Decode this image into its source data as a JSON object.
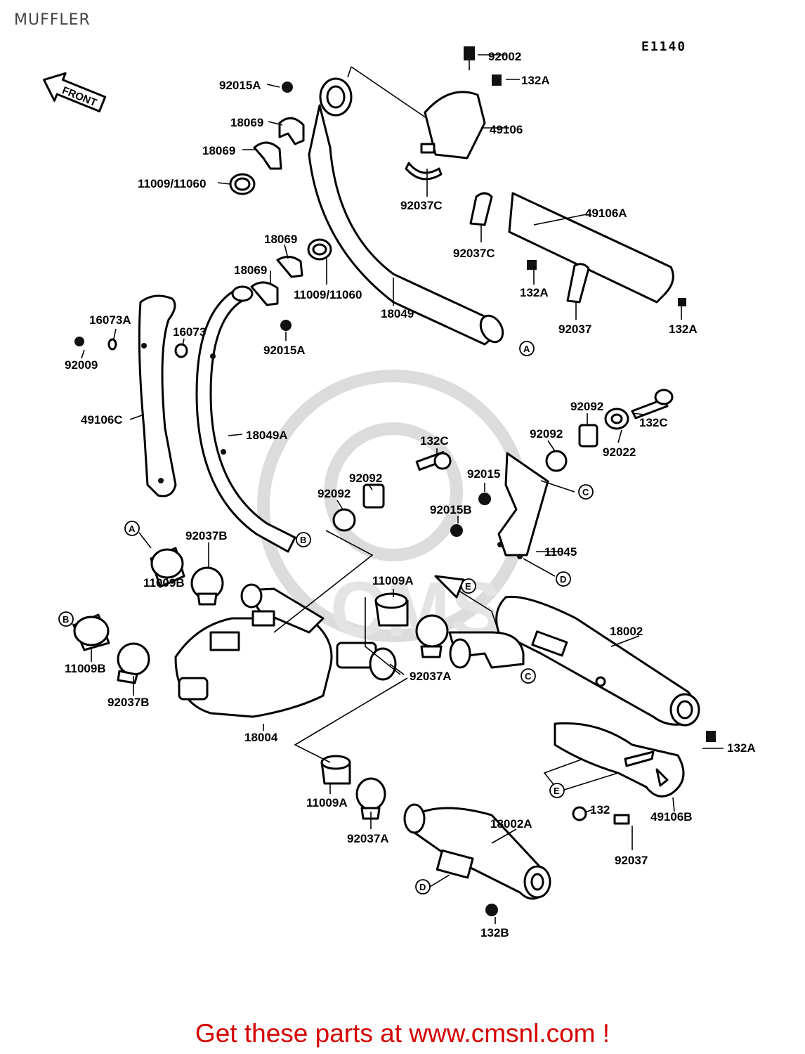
{
  "header": {
    "title": "MUFFLER",
    "diagram_code": "E1140"
  },
  "front_arrow": {
    "label": "FRONT"
  },
  "footer": {
    "text": "Get these parts at www.cmsnl.com !"
  },
  "watermark": {
    "text": "CMS"
  },
  "refs": {
    "a": "A",
    "b": "B",
    "c": "C",
    "d": "D",
    "e": "E"
  },
  "labels": {
    "p92002": "92002",
    "p132a_1": "132A",
    "p49106": "49106",
    "p92037c_1": "92037C",
    "p92015a_1": "92015A",
    "p18069_1": "18069",
    "p18069_2": "18069",
    "p11009_11060_1": "11009/11060",
    "p49106a": "49106A",
    "p92037c_2": "92037C",
    "p132a_2": "132A",
    "p92037_1": "92037",
    "p132a_3": "132A",
    "p18069_3": "18069",
    "p18069_4": "18069",
    "p11009_11060_2": "11009/11060",
    "p18049": "18049",
    "p92015a_2": "92015A",
    "p16073a": "16073A",
    "p16073": "16073",
    "p92009": "92009",
    "p49106c": "49106C",
    "p18049a": "18049A",
    "p92092_1": "92092",
    "p132c_1": "132C",
    "p92022": "92022",
    "p92092_2": "92092",
    "p132c_2": "132C",
    "p92092_3": "92092",
    "p92015": "92015",
    "p92092_4": "92092",
    "p92015b": "92015B",
    "p11045": "11045",
    "p92037b_1": "92037B",
    "p11009b_1": "11009B",
    "p11009a_1": "11009A",
    "p18002": "18002",
    "p11009b_2": "11009B",
    "p92037b_2": "92037B",
    "p92037a_1": "92037A",
    "p18004": "18004",
    "p132a_4": "132A",
    "p11009a_2": "11009A",
    "p92037a_2": "92037A",
    "p18002a": "18002A",
    "p132": "132",
    "p49106b": "49106B",
    "p92037_2": "92037",
    "p132b": "132B"
  }
}
